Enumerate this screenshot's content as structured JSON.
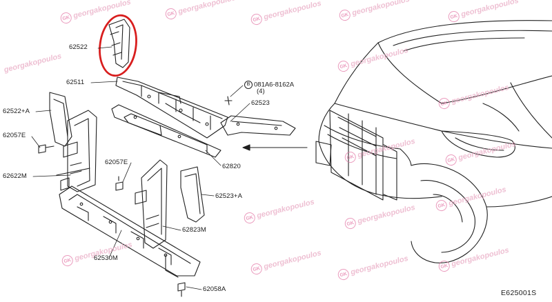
{
  "parts": {
    "p62522": "62522",
    "p62511": "62511",
    "p62522A": "62522+A",
    "p62057E_left": "62057E",
    "p62622M": "62622M",
    "p62057E_mid": "62057E",
    "p62820": "62820",
    "p62523": "62523",
    "p62523A": "62523+A",
    "p62823M": "62823M",
    "p62530M": "62530M",
    "p62058A": "62058A",
    "bolt_spec": "081A6-8162A",
    "bolt_qty": "(4)",
    "bolt_marker": "B"
  },
  "diagram_ref": "E625001S",
  "watermark": {
    "text": "georgakopoulos",
    "logo": "GK",
    "color": "#e9aac4"
  },
  "highlight": {
    "color": "#d81e1e",
    "target": "62522"
  }
}
